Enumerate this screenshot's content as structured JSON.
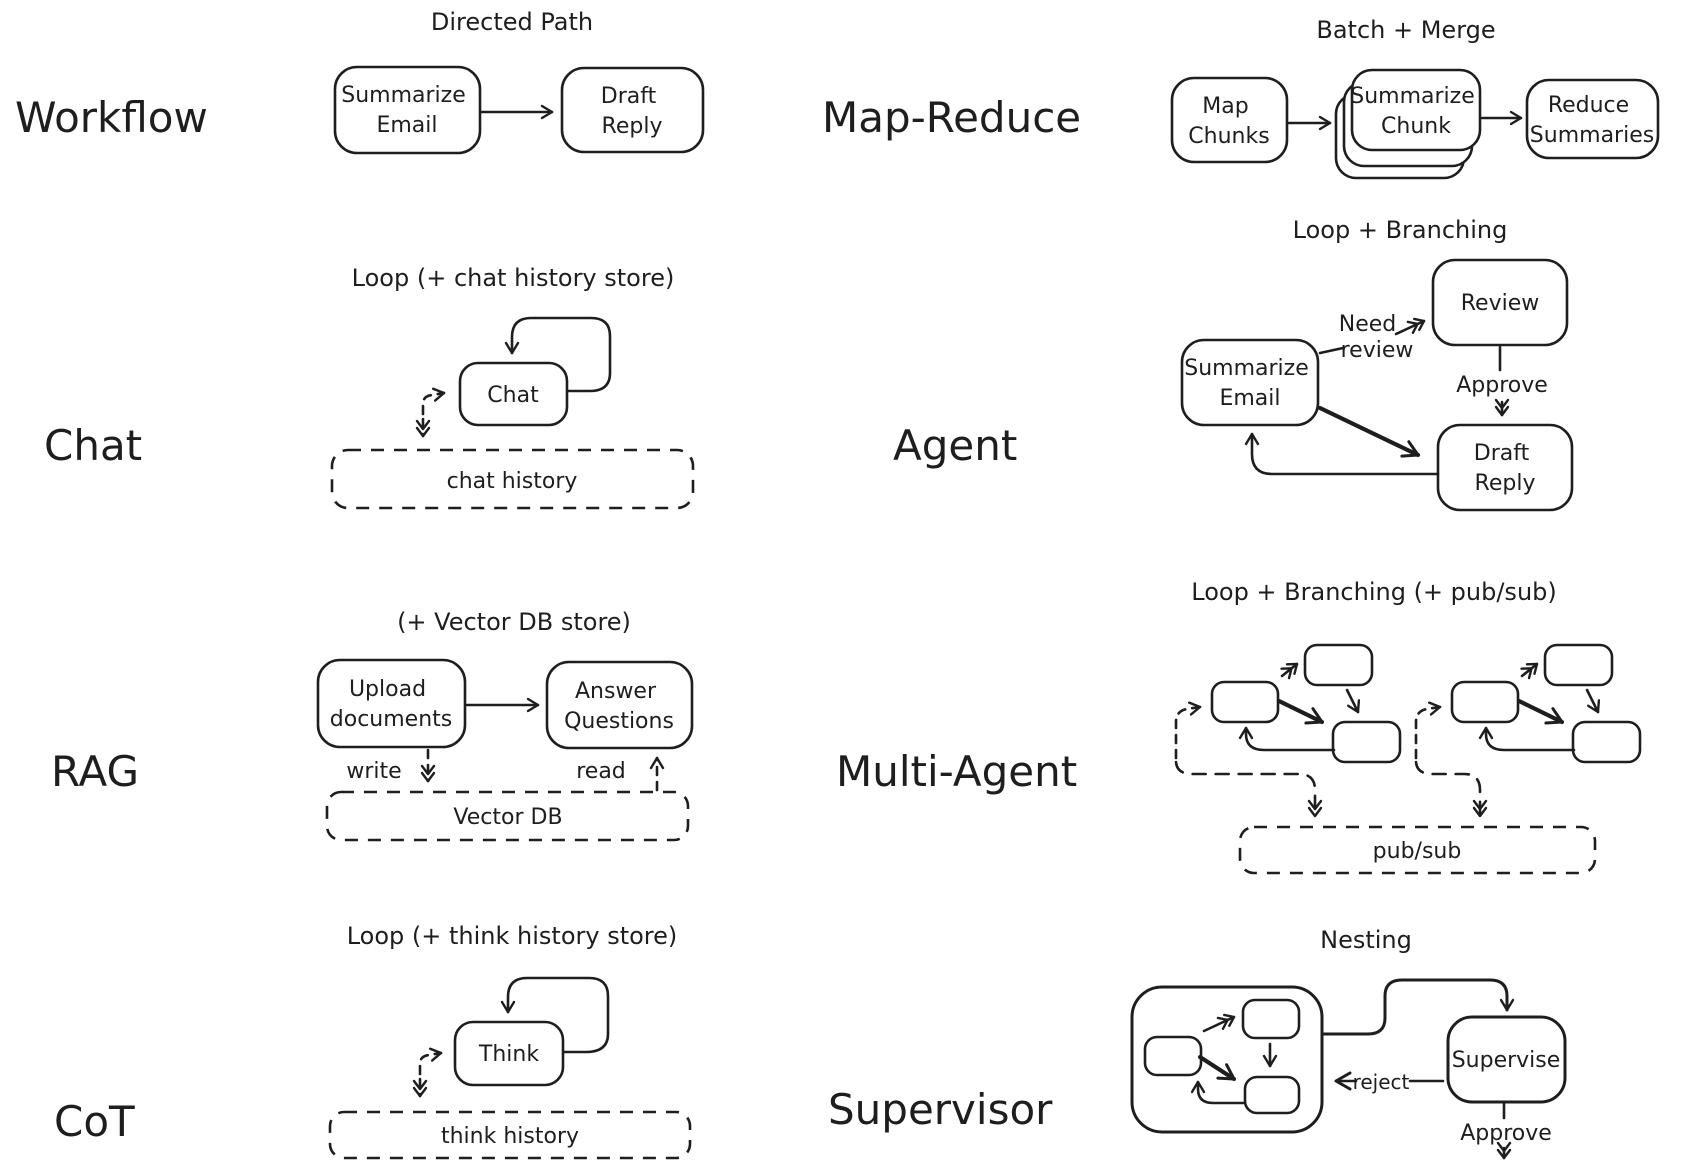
{
  "palette": {
    "ink": "#1e1e1e",
    "paper": "#ffffff"
  },
  "workflow": {
    "label": "Workflow",
    "title": "Directed Path",
    "node_summarize": [
      "Summarize",
      "Email"
    ],
    "node_draft": [
      "Draft",
      "Reply"
    ]
  },
  "map_reduce": {
    "label": "Map-Reduce",
    "title": "Batch + Merge",
    "node_map": [
      "Map",
      "Chunks"
    ],
    "node_summarize": [
      "Summarize",
      "Chunk"
    ],
    "node_reduce": [
      "Reduce",
      "Summaries"
    ]
  },
  "chat": {
    "label": "Chat",
    "title": "Loop (+ chat history store)",
    "node_chat": "Chat",
    "store": "chat history"
  },
  "agent": {
    "label": "Agent",
    "title": "Loop + Branching",
    "node_summarize": [
      "Summarize",
      "Email"
    ],
    "node_review": "Review",
    "node_draft": [
      "Draft",
      "Reply"
    ],
    "edge_need_review": [
      "Need",
      "review"
    ],
    "edge_approve": "Approve"
  },
  "rag": {
    "label": "RAG",
    "title": "(+ Vector DB store)",
    "node_upload": [
      "Upload",
      "documents"
    ],
    "node_answer": [
      "Answer",
      "Questions"
    ],
    "edge_write": "write",
    "edge_read": "read",
    "store": "Vector DB"
  },
  "multi_agent": {
    "label": "Multi-Agent",
    "title": "Loop + Branching (+ pub/sub)",
    "store": "pub/sub"
  },
  "cot": {
    "label": "CoT",
    "title": "Loop (+ think history store)",
    "node_think": "Think",
    "store": "think history"
  },
  "supervisor": {
    "label": "Supervisor",
    "title": "Nesting",
    "node_supervise": "Supervise",
    "edge_reject": "reject",
    "edge_approve": "Approve"
  }
}
